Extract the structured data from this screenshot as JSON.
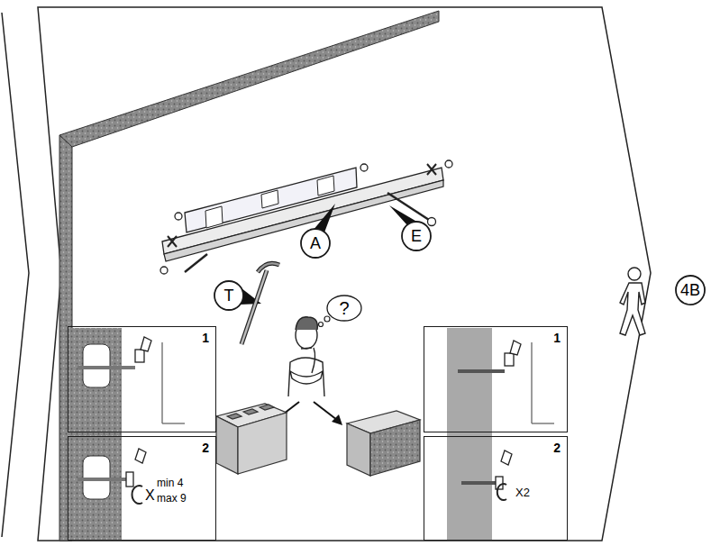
{
  "diagram": {
    "nodes": [
      {
        "text": [
          "A"
        ]
      },
      {
        "text": [
          "E"
        ]
      },
      {
        "text": [
          "T"
        ]
      },
      {
        "text": [
          "?"
        ]
      },
      {
        "text": [
          "4B"
        ]
      },
      {
        "text": [
          "1"
        ]
      },
      {
        "text": [
          "2"
        ]
      },
      {
        "text": [
          "1"
        ]
      },
      {
        "text": [
          "2"
        ]
      }
    ],
    "labels": [
      "X",
      "min 4",
      "max 9",
      "X2"
    ]
  }
}
